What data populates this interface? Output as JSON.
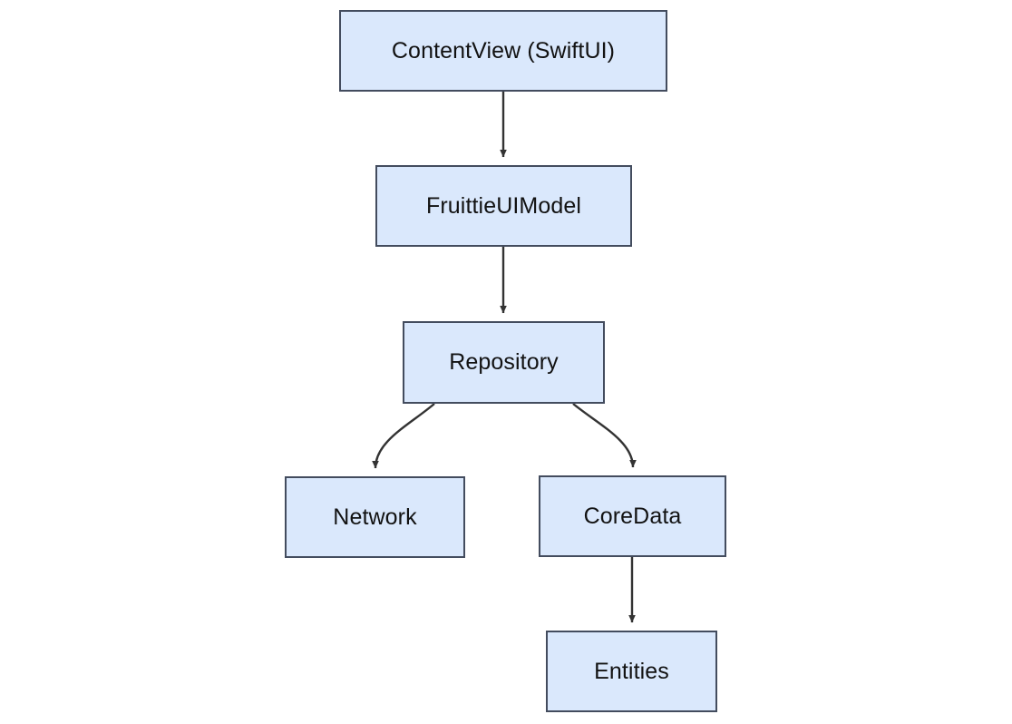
{
  "diagram": {
    "type": "flowchart",
    "direction": "top-to-bottom",
    "background_color": "#ffffff",
    "node_fill_color": "#dae8fc",
    "node_border_color": "#434c5e",
    "edge_color": "#333333",
    "label_color": "#121212",
    "nodes": [
      {
        "id": "contentview",
        "label": "ContentView (SwiftUI)"
      },
      {
        "id": "uimodel",
        "label": "FruittieUIModel"
      },
      {
        "id": "repository",
        "label": "Repository"
      },
      {
        "id": "network",
        "label": "Network"
      },
      {
        "id": "coredata",
        "label": "CoreData"
      },
      {
        "id": "entities",
        "label": "Entities"
      }
    ],
    "edges": [
      {
        "from": "contentview",
        "to": "uimodel",
        "style": "straight",
        "arrow": "arrowhead-down-icon"
      },
      {
        "from": "uimodel",
        "to": "repository",
        "style": "straight",
        "arrow": "arrowhead-down-icon"
      },
      {
        "from": "repository",
        "to": "network",
        "style": "curved",
        "arrow": "arrowhead-down-icon"
      },
      {
        "from": "repository",
        "to": "coredata",
        "style": "curved",
        "arrow": "arrowhead-down-icon"
      },
      {
        "from": "coredata",
        "to": "entities",
        "style": "straight",
        "arrow": "arrowhead-down-icon"
      }
    ]
  }
}
